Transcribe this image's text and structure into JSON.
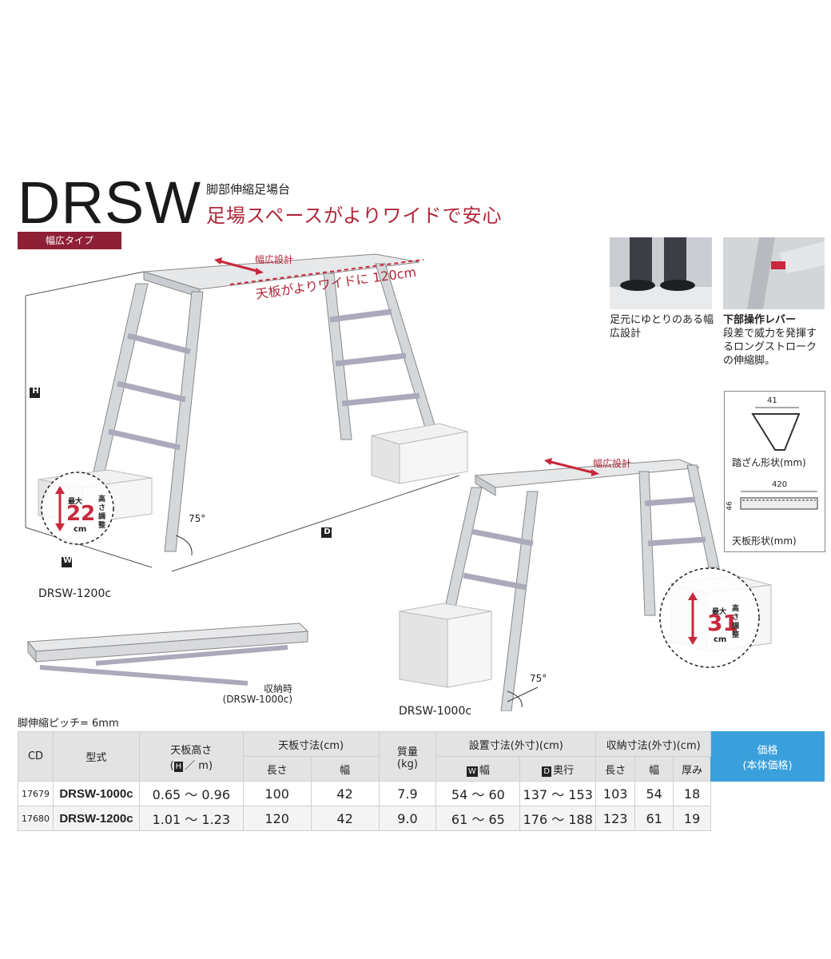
{
  "title": "DRSW",
  "subtitle": "脚部伸縮足場台",
  "headline": "足場スペースがよりワイドで安心",
  "type_badge": "幅広タイプ",
  "diagram_large": {
    "label_wide": "幅広設計",
    "label_top_wide": "天板がよりワイドに 120cm",
    "dim_h": "H",
    "dim_w": "W",
    "dim_d": "D",
    "angle": "75°",
    "adjust_max": "最大",
    "adjust_value": "22",
    "adjust_unit": "cm",
    "adjust_label": "高さ調整",
    "model": "DRSW-1200c"
  },
  "diagram_small": {
    "label_wide": "幅広設計",
    "angle": "75°",
    "adjust_max": "最大",
    "adjust_value": "31",
    "adjust_unit": "cm",
    "adjust_label": "高さ調整",
    "model": "DRSW-1000c"
  },
  "folded": {
    "label_line1": "収納時",
    "label_line2": "(DRSW-1000c)"
  },
  "pitch_note": "脚伸縮ピッチ= 6mm",
  "photos": [
    {
      "caption": "足元にゆとりのある幅広設計"
    },
    {
      "caption_bold": "下部操作レバー",
      "caption": "段差で威力を発揮するロングストロークの伸縮脚。"
    }
  ],
  "profiles": {
    "step_dim": "41",
    "step_caption": "踏ざん形状(mm)",
    "top_width": "420",
    "top_height": "46",
    "top_caption": "天板形状(mm)"
  },
  "table": {
    "headers": {
      "cd": "CD",
      "model": "型式",
      "height_line1": "天板高さ",
      "height_key": "H",
      "height_unit": "／ m)",
      "top_size": "天板寸法(cm)",
      "top_length": "長さ",
      "top_width": "幅",
      "weight_line1": "質量",
      "weight_line2": "(kg)",
      "install_size": "設置寸法(外寸)(cm)",
      "install_w_key": "W",
      "install_w": "幅",
      "install_d_key": "D",
      "install_d": "奥行",
      "storage_size": "収納寸法(外寸)(cm)",
      "storage_length": "長さ",
      "storage_width": "幅",
      "storage_thick": "厚み",
      "price_line1": "価格",
      "price_line2": "(本体価格)"
    },
    "rows": [
      {
        "cd": "17679",
        "model": "DRSW-1000c",
        "height": "0.65 ～ 0.96",
        "length": "100",
        "width": "42",
        "weight": "7.9",
        "install_w": "54 ～ 60",
        "install_d": "137 ～ 153",
        "s_length": "103",
        "s_width": "54",
        "s_thick": "18"
      },
      {
        "cd": "17680",
        "model": "DRSW-1200c",
        "height": "1.01 ～ 1.23",
        "length": "120",
        "width": "42",
        "weight": "9.0",
        "install_w": "61 ～ 65",
        "install_d": "176 ～ 188",
        "s_length": "123",
        "s_width": "61",
        "s_thick": "19"
      }
    ]
  },
  "colors": {
    "accent_red": "#b0273a",
    "badge": "#8e1f36",
    "price_header": "#3aa0dc"
  }
}
